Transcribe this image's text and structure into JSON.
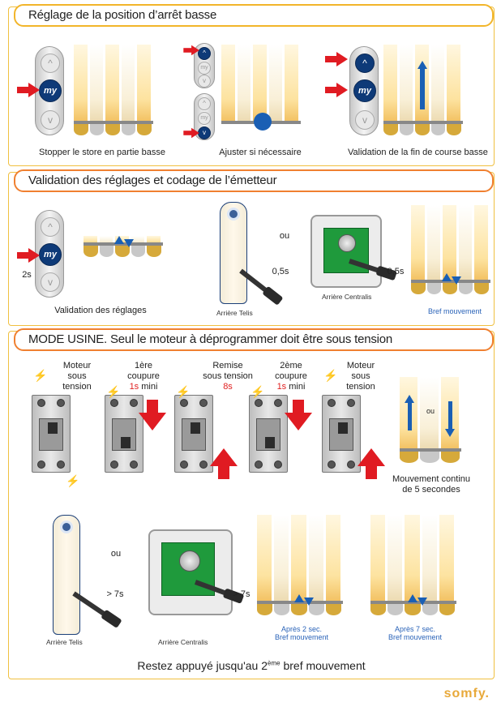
{
  "sections": {
    "s1": {
      "title": "Réglage de la position d’arrêt basse",
      "captions": [
        "Stopper le store en partie basse",
        "Ajuster si nécessaire",
        "Validation de la fin de course basse"
      ]
    },
    "s2": {
      "title": "Validation des réglages et codage de l’émetteur",
      "duration_2s": "2s",
      "caption_validation": "Validation des réglages",
      "or_text": "ou",
      "time_05s_a": "0,5s",
      "time_05s_b": "0,5s",
      "arriere_telis": "Arrière Telis",
      "arriere_centralis": "Arrière Centralis",
      "bref_mouvement": "Bref mouvement"
    },
    "s3": {
      "title": "MODE USINE. Seul le moteur à déprogrammer doit être sous tension",
      "steps": [
        {
          "l1": "Moteur",
          "l2": "sous",
          "l3": "tension",
          "time": ""
        },
        {
          "l1": "1ère",
          "l2": "coupure",
          "l3": "mini",
          "time": "1s"
        },
        {
          "l1": "Remise",
          "l2": "sous tension",
          "l3": "",
          "time": "8s"
        },
        {
          "l1": "2ème",
          "l2": "coupure",
          "l3": "mini",
          "time": "1s"
        },
        {
          "l1": "Moteur",
          "l2": "sous",
          "l3": "tension",
          "time": ""
        }
      ],
      "or_text_a": "ou",
      "or_text_b": "ou",
      "mouvement_l1": "Mouvement continu",
      "mouvement_l2": "de 5 secondes",
      "time_7s_a": "> 7s",
      "time_7s_b": "> 7s",
      "arriere_telis": "Arrière Telis",
      "arriere_centralis": "Arrière Centralis",
      "apres2_l1": "Après 2 sec.",
      "apres2_l2": "Bref mouvement",
      "apres7_l1": "Après 7 sec.",
      "apres7_l2": "Bref mouvement",
      "footer_pre": "Restez appuyé jusqu'au 2",
      "footer_sup": "ème",
      "footer_post": " bref mouvement"
    }
  },
  "remote_labels": {
    "my": "my",
    "up": "^",
    "down": "v"
  },
  "brand": "somfy.",
  "colors": {
    "accent_red": "#e01b22",
    "blue": "#1a5fb4",
    "orange_border": "#f08030",
    "yellow_border": "#f2b52a"
  }
}
